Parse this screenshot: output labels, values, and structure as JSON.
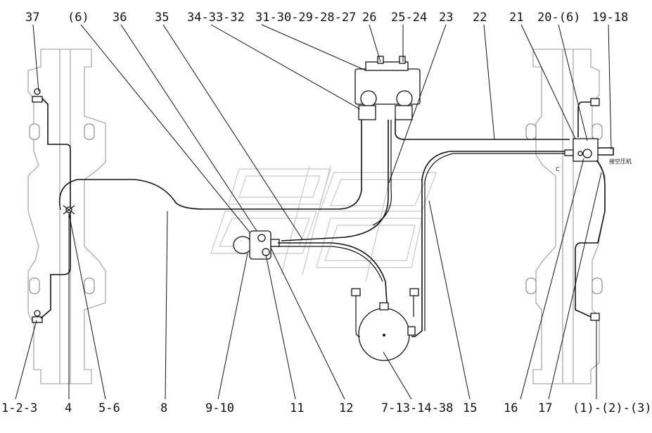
{
  "labels_top": [
    "37",
    "(6)",
    "36",
    "35",
    "34-33-32",
    "31-30-29-28-27",
    "26",
    "25-24",
    "23",
    "22",
    "21",
    "20-(6)",
    "19-18"
  ],
  "labels_bottom": [
    "1-2-3",
    "4",
    "5-6",
    "8",
    "9-10",
    "11",
    "12",
    "7-13-14-38",
    "15",
    "16",
    "17",
    "(1)-(2)-(3)"
  ],
  "note_compressor": "接空压机",
  "note_c": "C"
}
